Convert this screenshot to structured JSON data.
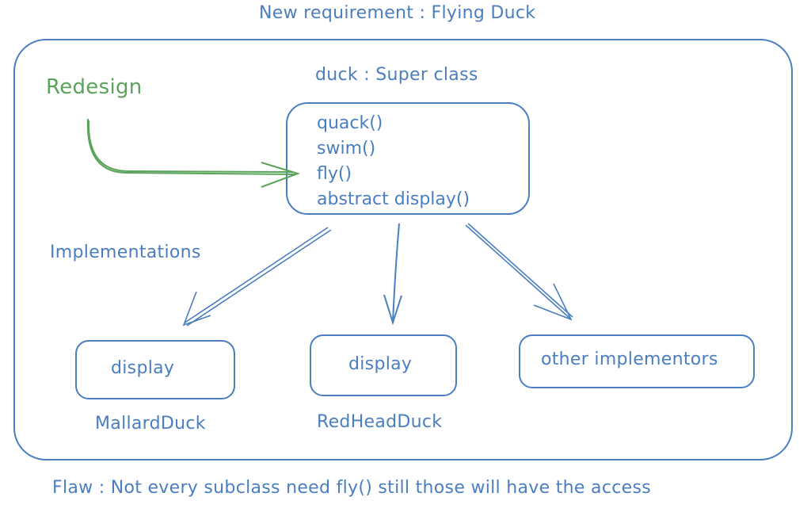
{
  "title": "New requirement : Flying Duck",
  "super_class": {
    "label": "duck : Super class",
    "methods": [
      "quack()",
      "swim()",
      "fly()",
      "abstract display()"
    ]
  },
  "redesign_label": "Redesign",
  "implementations_label": "Implementations",
  "implementors": [
    {
      "box_text": "display",
      "name": "MallardDuck"
    },
    {
      "box_text": "display",
      "name": "RedHeadDuck"
    },
    {
      "box_text": "other implementors",
      "name": ""
    }
  ],
  "flaw_note": "Flaw : Not every subclass need fly() still those will have the access",
  "colors": {
    "stroke": "#4a7ebf",
    "accent": "#5aa35a"
  }
}
